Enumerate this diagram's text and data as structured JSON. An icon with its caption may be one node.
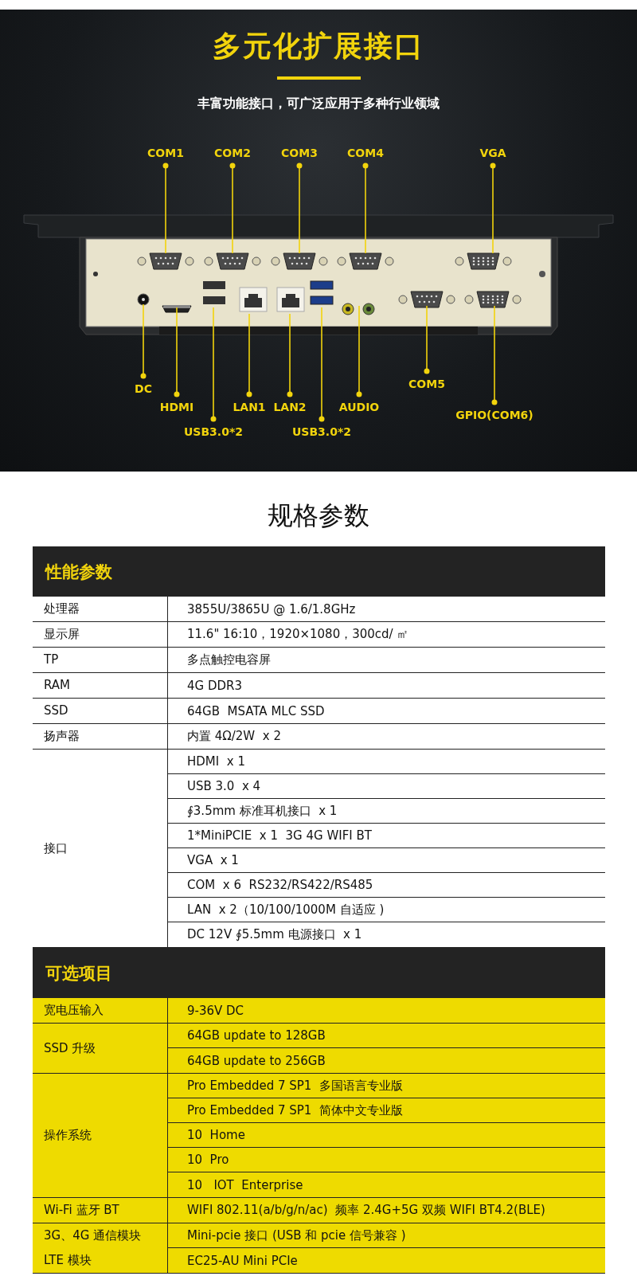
{
  "diagram": {
    "title": "多元化扩展接口",
    "nodes": [
      {
        "text": [
          "COM1"
        ]
      },
      {
        "text": [
          "COM2"
        ]
      },
      {
        "text": [
          "COM3"
        ]
      },
      {
        "text": [
          "COM4"
        ]
      },
      {
        "text": [
          "VGA"
        ]
      },
      {
        "text": [
          "DC"
        ]
      },
      {
        "text": [
          "HDMI"
        ]
      },
      {
        "text": [
          "USB3.0*2"
        ]
      },
      {
        "text": [
          "LAN1"
        ]
      },
      {
        "text": [
          "LAN2"
        ]
      },
      {
        "text": [
          "USB3.0*2"
        ]
      },
      {
        "text": [
          "AUDIO"
        ]
      },
      {
        "text": [
          "COM5"
        ]
      },
      {
        "text": [
          "GPIO(COM6)"
        ]
      }
    ],
    "edges": [
      {
        "from": 0,
        "to": null,
        "arrow": "other"
      },
      {
        "from": 1,
        "to": null,
        "arrow": "other"
      },
      {
        "from": 2,
        "to": null,
        "arrow": "other"
      },
      {
        "from": 3,
        "to": null,
        "arrow": "other"
      },
      {
        "from": 4,
        "to": null,
        "arrow": "other"
      },
      {
        "from": 5,
        "to": null,
        "arrow": "other"
      },
      {
        "from": 6,
        "to": null,
        "arrow": "other"
      },
      {
        "from": 7,
        "to": null,
        "arrow": "other"
      },
      {
        "from": 8,
        "to": null,
        "arrow": "other"
      },
      {
        "from": 9,
        "to": null,
        "arrow": "other"
      },
      {
        "from": 10,
        "to": null,
        "arrow": "other"
      },
      {
        "from": 11,
        "to": null,
        "arrow": "other"
      },
      {
        "from": 12,
        "to": null,
        "arrow": "other"
      },
      {
        "from": 13,
        "to": null,
        "arrow": "other"
      }
    ],
    "labels": [
      "丰富功能接口，可广泛应用于多种行业领域",
      "规格参数",
      "性能参数",
      "处理器",
      "3855U/3865U @ 1.6/1.8GHz",
      "显示屏",
      "11.6\" 16:10，1920×1080，300cd/ ㎡",
      "TP",
      "多点触控电容屏",
      "RAM",
      "4G DDR3",
      "SSD",
      "64GB  MSATA MLC SSD",
      "扬声器",
      "内置 4Ω/2W  x 2",
      "接口",
      "HDMI  x 1",
      "USB 3.0  x 4",
      "∮3.5mm 标准耳机接口  x 1",
      "1*MiniPCIE  x 1  3G 4G WIFI BT",
      "VGA  x 1",
      "COM  x 6  RS232/RS422/RS485",
      "LAN  x 2（10/100/1000M 自适应 )",
      "DC 12V ∮5.5mm 电源接口  x 1",
      "可选项目",
      "宽电压输入",
      "9-36V DC",
      "SSD 升级",
      "64GB update to 128GB",
      "64GB update to 256GB",
      "操作系统",
      "Pro Embedded 7 SP1  多国语言专业版",
      "Pro Embedded 7 SP1  简体中文专业版",
      "10  Home",
      "10  Pro",
      "10   IOT  Enterprise",
      "Wi-Fi 蓝牙 BT",
      "WIFI 802.11(a/b/g/n/ac)  频率 2.4G+5G 双频 WIFI BT4.2(BLE)",
      "3G、4G 通信模块 LTE 模块",
      "Mini-pcie 接口 (USB 和 pcie 信号兼容 )",
      "EC25-AU Mini PCIe"
    ]
  }
}
